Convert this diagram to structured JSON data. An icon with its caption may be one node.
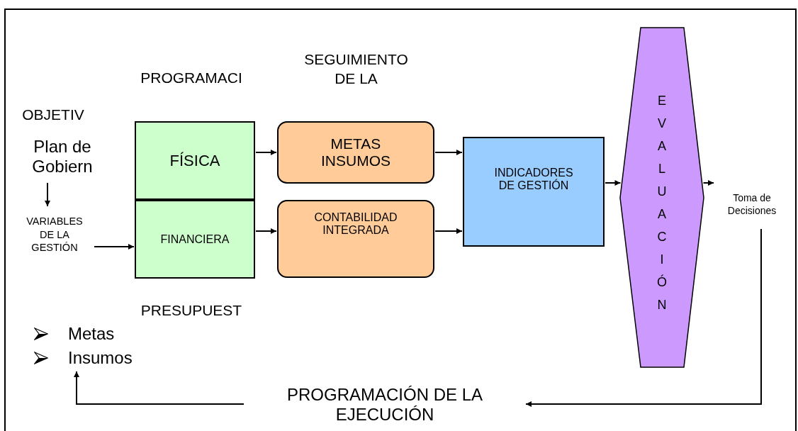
{
  "diagram": {
    "nodes": [
      {
        "text": [
          "FÍSICA"
        ]
      },
      {
        "text": [
          "FINANCIERA"
        ]
      },
      {
        "text": [
          "METAS INSUMOS"
        ]
      },
      {
        "text": [
          "CONTABILIDAD INTEGRADA"
        ]
      },
      {
        "text": [
          "INDICADORES DE GESTIÓN"
        ]
      },
      {
        "text": [
          "EVALUACIÓN"
        ]
      },
      {
        "text": [
          "Toma de Decisiones"
        ]
      },
      {
        "text": [
          "PROGRAMACIÓN DE LA EJECUCIÓN"
        ]
      },
      {
        "text": [
          "Metas",
          "Insumos"
        ]
      },
      {
        "text": [
          "Plan de Gobiern"
        ]
      },
      {
        "text": [
          "VARIABLES DE LA GESTIÓN"
        ]
      }
    ],
    "edges": [
      {
        "from": 9,
        "to": 10,
        "arrow": "to"
      },
      {
        "from": 10,
        "to": 1,
        "arrow": "to"
      },
      {
        "from": 0,
        "to": 2,
        "arrow": "to"
      },
      {
        "from": 1,
        "to": 3,
        "arrow": "to"
      },
      {
        "from": 2,
        "to": 4,
        "arrow": "to"
      },
      {
        "from": 3,
        "to": 4,
        "arrow": "to"
      },
      {
        "from": 4,
        "to": 5,
        "arrow": "to"
      },
      {
        "from": 5,
        "to": 6,
        "arrow": "to"
      },
      {
        "from": 6,
        "to": 7,
        "arrow": "to"
      },
      {
        "from": 7,
        "to": 8,
        "arrow": "to"
      }
    ],
    "labels": [
      "PROGRAMACI",
      "SEGUIMIENTO DE LA",
      "OBJETIV",
      "PRESUPUEST"
    ]
  }
}
